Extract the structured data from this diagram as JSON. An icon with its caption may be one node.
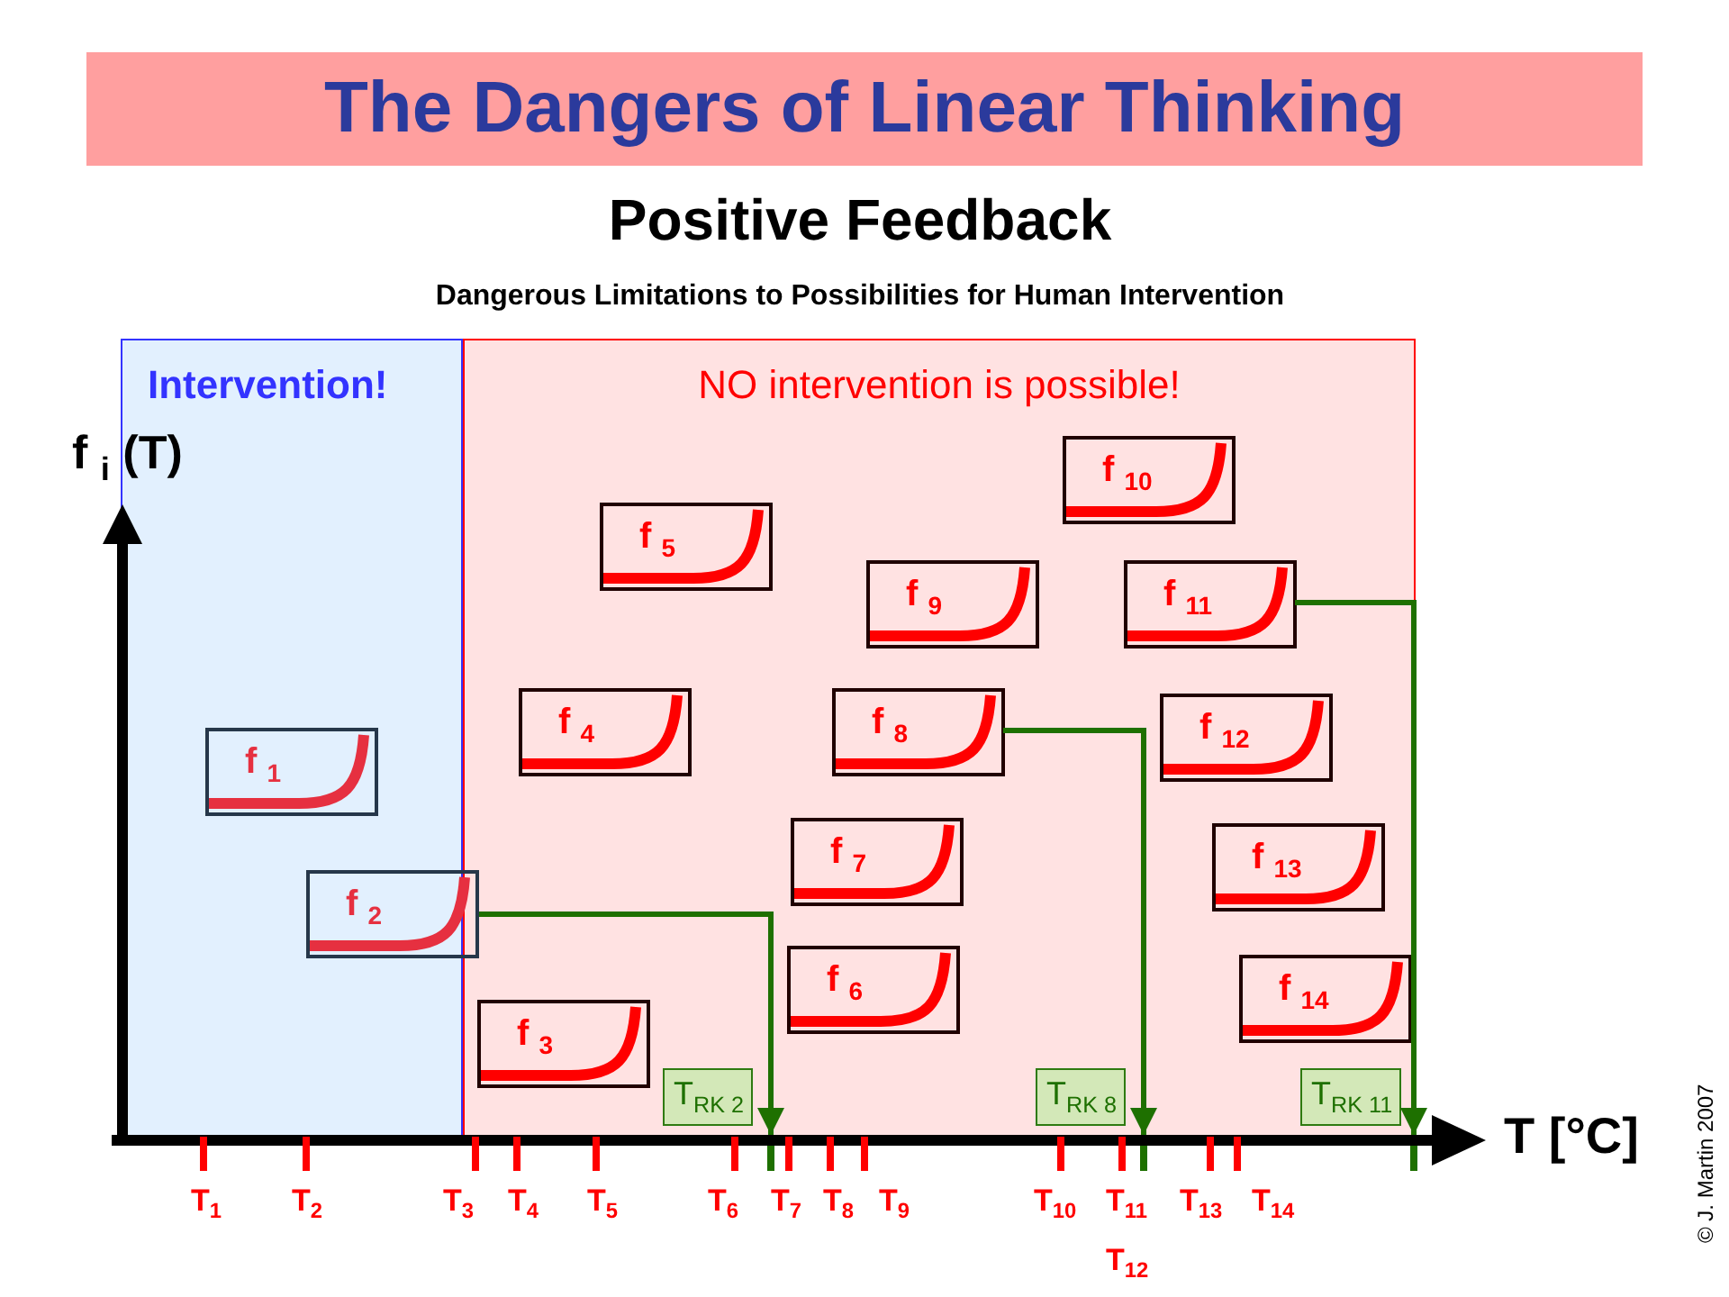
{
  "diagram": {
    "title": "The Dangers of Linear Thinking",
    "nodes": [
      {
        "text": [
          "Intervention!"
        ]
      },
      {
        "text": [
          "NO intervention is possible!"
        ]
      },
      {
        "text": [
          "f $_{1}$"
        ],
        "in": 0
      },
      {
        "text": [
          "f $_{2}$"
        ]
      },
      {
        "text": [
          "f $_{3}$"
        ],
        "in": 1
      },
      {
        "text": [
          "f $_{4}$"
        ],
        "in": 1
      },
      {
        "text": [
          "f $_{5}$"
        ],
        "in": 1
      },
      {
        "text": [
          "f $_{6}$"
        ],
        "in": 1
      },
      {
        "text": [
          "f $_{7}$"
        ],
        "in": 1
      },
      {
        "text": [
          "f $_{8}$"
        ],
        "in": 1
      },
      {
        "text": [
          "f $_{9}$"
        ],
        "in": 1
      },
      {
        "text": [
          "f $_{10}$"
        ],
        "in": 1
      },
      {
        "text": [
          "f $_{11}$"
        ],
        "in": 1
      },
      {
        "text": [
          "f $_{12}$"
        ],
        "in": 1
      },
      {
        "text": [
          "f $_{13}$"
        ],
        "in": 1
      },
      {
        "text": [
          "f $_{14}$"
        ],
        "in": 1
      },
      {
        "text": [
          "T$_{RK 2}$"
        ],
        "in": 1
      },
      {
        "text": [
          "T$_{RK 8}$"
        ],
        "in": 1
      },
      {
        "text": [
          "T$_{RK 11}$"
        ],
        "in": 1
      }
    ],
    "edges": [
      {
        "from": 3,
        "to": 16,
        "arrow": "to"
      },
      {
        "from": 9,
        "to": 17,
        "arrow": "to"
      },
      {
        "from": 12,
        "to": 18,
        "arrow": "to"
      }
    ],
    "labels": [
      "Positive Feedback",
      "Dangerous Limitations to Possibilities for Human Intervention",
      "f $_{i}$ (T)",
      "T [°C]",
      "T$_{1}$",
      "T$_{2}$",
      "T$_{3}$",
      "T$_{4}$",
      "T$_{5}$",
      "T$_{6}$",
      "T$_{7}$",
      "T$_{8}$",
      "T$_{9}$",
      "T$_{10}$",
      "T$_{11}$",
      "T$_{12}$",
      "T$_{13}$",
      "T$_{14}$",
      "© J. Martin 2007"
    ]
  }
}
